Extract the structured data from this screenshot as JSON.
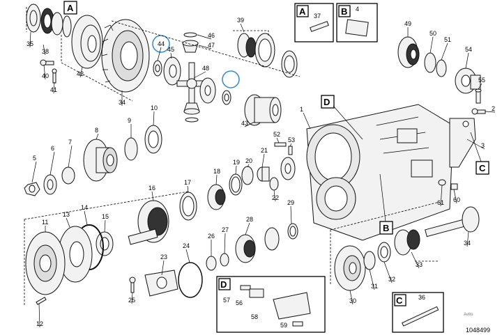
{
  "diagram": {
    "reference_number": "1048499",
    "watermark_line1": "Avito",
    "watermark_line2": "",
    "callout_letters": [
      "A",
      "B",
      "C",
      "D"
    ],
    "inset_A": {
      "letter": "A",
      "part": "37"
    },
    "inset_B": {
      "letter": "B",
      "part": "4"
    },
    "inset_C": {
      "letter": "C",
      "part": "36"
    },
    "inset_D": {
      "letter": "D",
      "parts": [
        "57",
        "56",
        "58",
        "59"
      ]
    },
    "highlighted_part": "44",
    "part_numbers": [
      "35",
      "38",
      "39",
      "40",
      "41",
      "42",
      "34",
      "44",
      "45",
      "46",
      "47",
      "48",
      "43",
      "52",
      "53",
      "1",
      "21",
      "20",
      "19",
      "22",
      "18",
      "17",
      "16",
      "29",
      "28",
      "27",
      "26",
      "25",
      "24",
      "23",
      "15",
      "14",
      "13",
      "11",
      "12",
      "5",
      "6",
      "7",
      "8",
      "9",
      "10",
      "49",
      "50",
      "51",
      "54",
      "55",
      "2",
      "61",
      "60",
      "34",
      "33",
      "32",
      "31",
      "30",
      "3"
    ]
  }
}
